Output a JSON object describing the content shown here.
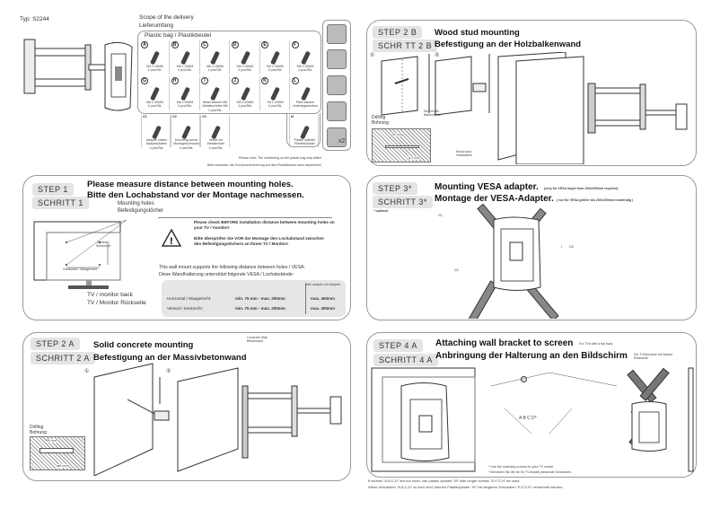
{
  "header": {
    "type": "Typ: S2244",
    "scope_en": "Scope of the delivery",
    "scope_de": "Lieferumfang",
    "bag": "Plastic bag / Plastikbeutel"
  },
  "parts": [
    {
      "id": "A",
      "spec": "M4 x 10MM",
      "qty": "4 pcs/Stk."
    },
    {
      "id": "B",
      "spec": "M5 x 10MM",
      "qty": "4 pcs/Stk."
    },
    {
      "id": "C",
      "spec": "M6 x 15MM",
      "qty": "4 pcs/Stk."
    },
    {
      "id": "D",
      "spec": "M6 x 16MM",
      "qty": "4 pcs/Stk."
    },
    {
      "id": "E",
      "spec": "M4 x 30MM",
      "qty": "4 pcs/Stk."
    },
    {
      "id": "F",
      "spec": "M5 x 30MM",
      "qty": "4 pcs/Stk."
    },
    {
      "id": "G",
      "spec": "M6 x 30MM",
      "qty": "4 pcs/Stk."
    },
    {
      "id": "H",
      "spec": "M8 x 30MM",
      "qty": "4 pcs/Stk."
    },
    {
      "id": "I",
      "spec": "Metal washer M8 Metallscheibe M8",
      "qty": "7 pcs/Stk."
    },
    {
      "id": "J",
      "spec": "M6 x 60MM",
      "qty": "4 pcs/Stk."
    },
    {
      "id": "K",
      "spec": "S8 x 40MM",
      "qty": "4 pcs/Stk."
    },
    {
      "id": "L",
      "spec": "Plain washer Unterlegscheiben",
      "qty": ""
    }
  ],
  "extra_parts": [
    {
      "id": "G1",
      "spec": "Adapter plates Adapterplatten",
      "qty": "4 pcs/Stk."
    },
    {
      "id": "G2",
      "spec": "Mounting screw Montageschraube",
      "qty": "4 pcs/Stk."
    },
    {
      "id": "G3",
      "spec": "Metal nut Metallmutter",
      "qty": "4 pcs/Stk."
    },
    {
      "id": "M",
      "spec": "Plastic cylinder Plastikzylinder",
      "qty": ""
    }
  ],
  "tools": [
    "wrench-icon",
    "screwdriver-icon",
    "drill-icon",
    "level-icon",
    "two-persons-icon"
  ],
  "tools_count": "x2",
  "note_en": "Please note: The numbering on the plastic bag may differ!",
  "note_de": "Bitte beachten: die Durchnummerierung auf dem Plastikbeutel kann abweichen!",
  "step1": {
    "step": "STEP 1",
    "schritt": "SCHRITT 1",
    "title_en": "Please measure distance between mounting holes.",
    "title_de": "Bitte den Lochabstand vor der Montage nachmessen.",
    "holes_en": "Mounting holes",
    "holes_de": "Befestigungslöcher",
    "vertical": "Vertical / Senkrecht",
    "horizontal": "Horizontal / Waagerecht",
    "tv_en": "TV / monitor back",
    "tv_de": "TV / Monitor Rückseite",
    "warn_en": "Please check BEFORE installation distance between mounting holes on your TV / monitor!",
    "warn_de": "Bitte überprüfen Sie VOR der Montage den Lochabstand zwischen den Befestigungslöchern an Ihrem TV / Monitor!",
    "supports_en": "This wall mount supports the following distance between holes / VESA:",
    "supports_de": "Diese Wandhalterung unterstützt folgende VESA / Lochabstände:",
    "adapter": "with adapter mit Adapter",
    "rows": [
      {
        "label": "Horizontal / Waagerecht:",
        "range": "min. 75 mm - max. 200mm",
        "adapter": "max. 400mm"
      },
      {
        "label": "Vertical / Senkrecht :",
        "range": "min. 75 mm - max. 200mm",
        "adapter": "max. 400mm"
      }
    ]
  },
  "step2a": {
    "step": "STEP 2 A",
    "schritt": "SCHRITT 2 A",
    "title_en": "Solid concrete mounting",
    "title_de": "Befestigung an der Massivbetonwand",
    "wall": "Concrete Wall Betonwand",
    "n1": "①",
    "n2": "②",
    "drilling": "Drilling Bohrung",
    "depth": "50 mm",
    "dia": "ø8 mm",
    "k": "K",
    "i": "I",
    "j": "J"
  },
  "step2b": {
    "step": "STEP 2 B",
    "schritt": "SCHR TT 2 B",
    "title_en": "Wood stud mounting",
    "title_de": "Befestigung an der Holzbalkenwand",
    "stud_finder": "Stud finder Balkenfinder",
    "drilling": "Drilling Bohrung",
    "depth": "50 mm",
    "dia": "ø 3 mm",
    "stud": "Wood stud Holzbalken",
    "n1": "①",
    "n2": "②"
  },
  "step3": {
    "step": "STEP 3*",
    "schritt": "SCHRITT 3*",
    "optional": "* optional",
    "title_en": "Mounting VESA adapter.",
    "note_en": "(only for VESA larger than 200x200mm required)",
    "title_de": "Montage der VESA-Adapter.",
    "note_de": "( nur für VESA größer als 200x200mm notwendig )",
    "g1": "G1",
    "g2": "G2",
    "g3": "G3",
    "i": "I"
  },
  "step4a": {
    "step": "STEP 4 A",
    "schritt": "SCHRITT 4 A",
    "title_en": "Attaching wall bracket to screen",
    "sub_en": "For TVs with a flat back",
    "title_de": "Anbringung der Halterung an den Bildschirm",
    "sub_de": "Für TV/Monitore mit flacher Rückseite",
    "l": "L",
    "abcd": "A B C D*",
    "use_en": "* Use the matching screws for your TV model.",
    "use_de": "* Benutzen Sie die für Ihr TV-Modell passende Schrauben.",
    "foot_en": "If screws \"A,B,C,D\" are too short, can plastic cylinder \"M\" with longer screws \"E,F,G,H\" be used.",
    "foot_de": "Wenn Schrauben \"A,B,C,D\" zu kurz sind, können Plastikzylinder \"M\" mit längeren Schrauben \"E,F,G,H\" verwendet werden."
  }
}
